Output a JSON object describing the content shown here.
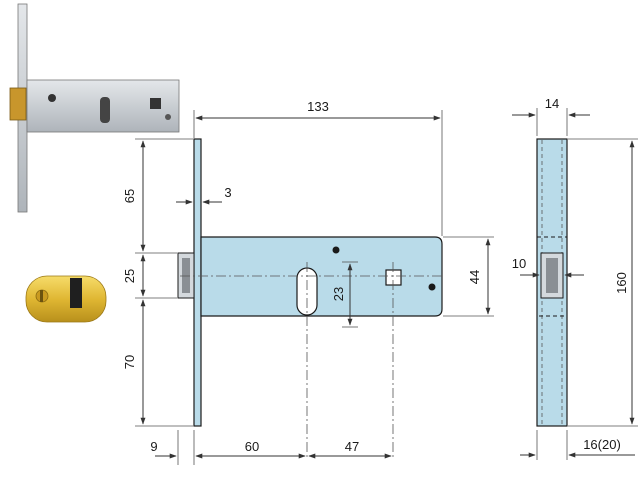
{
  "colors": {
    "plate_fill": "#b9dbe9",
    "outline": "#1a1a1a",
    "dimension_line": "#333333",
    "brass": "#e0b733",
    "steel": "#c9cdd1"
  },
  "icons": {
    "lock_photo": "mortise-lock-photo-icon",
    "cylinder_photo": "euro-cylinder-photo-icon"
  },
  "dimensions": {
    "overall_depth": "133",
    "faceplate_thickness": "3",
    "upper_height": "65",
    "bolt_zone_height": "25",
    "lower_height": "70",
    "body_height": "44",
    "slot_height": "23",
    "backset_offset": "9",
    "backset": "60",
    "spindle_distance": "47",
    "side_width": "14",
    "latch_width": "10",
    "total_height": "160",
    "faceplate_width": "16(20)"
  }
}
